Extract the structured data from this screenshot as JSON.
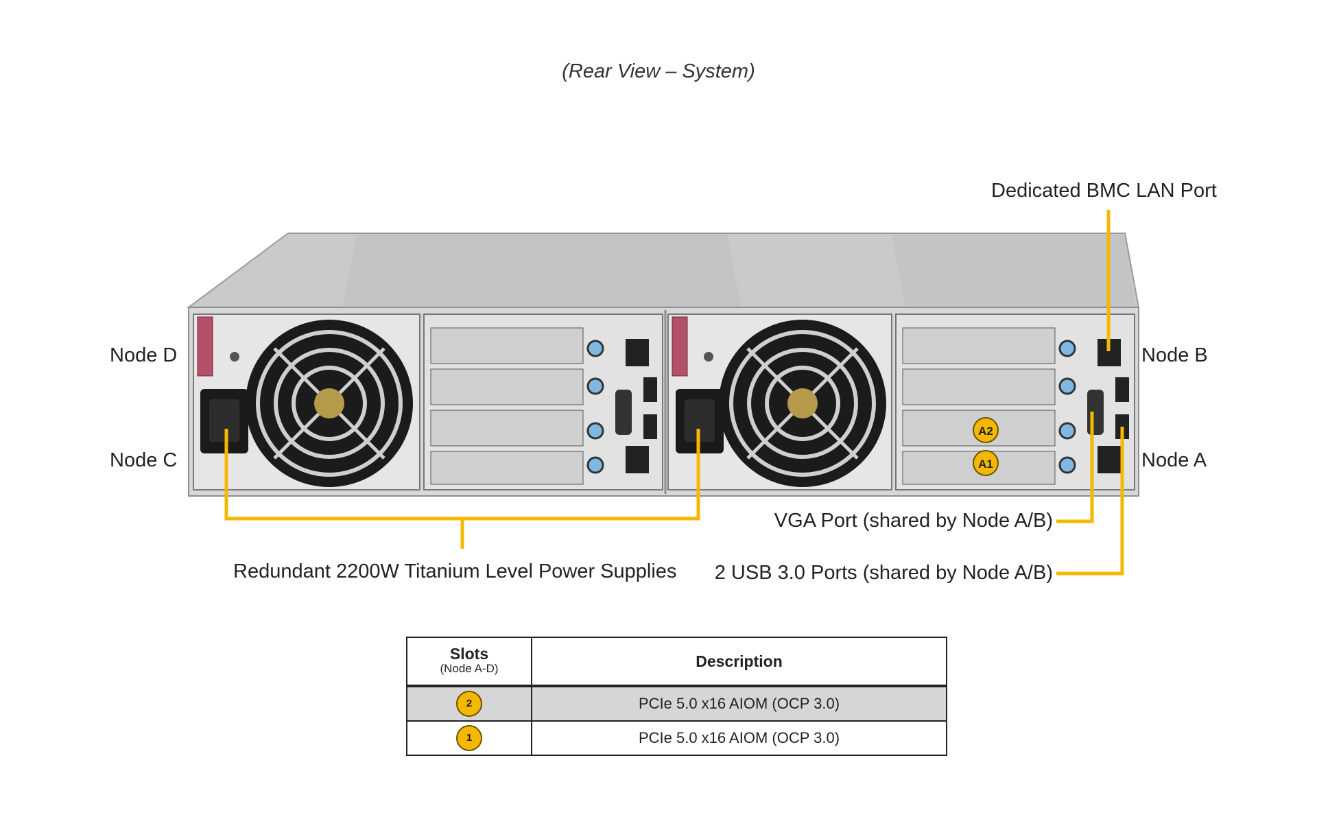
{
  "title": "(Rear View – System)",
  "labels": {
    "node_d": "Node D",
    "node_c": "Node C",
    "node_b": "Node B",
    "node_a": "Node A",
    "bmc": "Dedicated BMC LAN Port",
    "vga": "VGA Port (shared by Node A/B)",
    "usb": "2 USB 3.0 Ports (shared by Node A/B)",
    "psu": "Redundant 2200W Titanium Level Power Supplies"
  },
  "slot_markers": {
    "a2": "A2",
    "a1": "A1"
  },
  "colors": {
    "callout": "#f5b800",
    "chassis": "#c8c9cb",
    "panel": "#dcdcdc"
  },
  "table": {
    "header_slots": "Slots",
    "header_slots_sub": "(Node A-D)",
    "header_desc": "Description",
    "rows": [
      {
        "slot": "2",
        "desc": "PCIe 5.0 x16 AIOM (OCP 3.0)"
      },
      {
        "slot": "1",
        "desc": "PCIe 5.0 x16 AIOM (OCP 3.0)"
      }
    ]
  }
}
